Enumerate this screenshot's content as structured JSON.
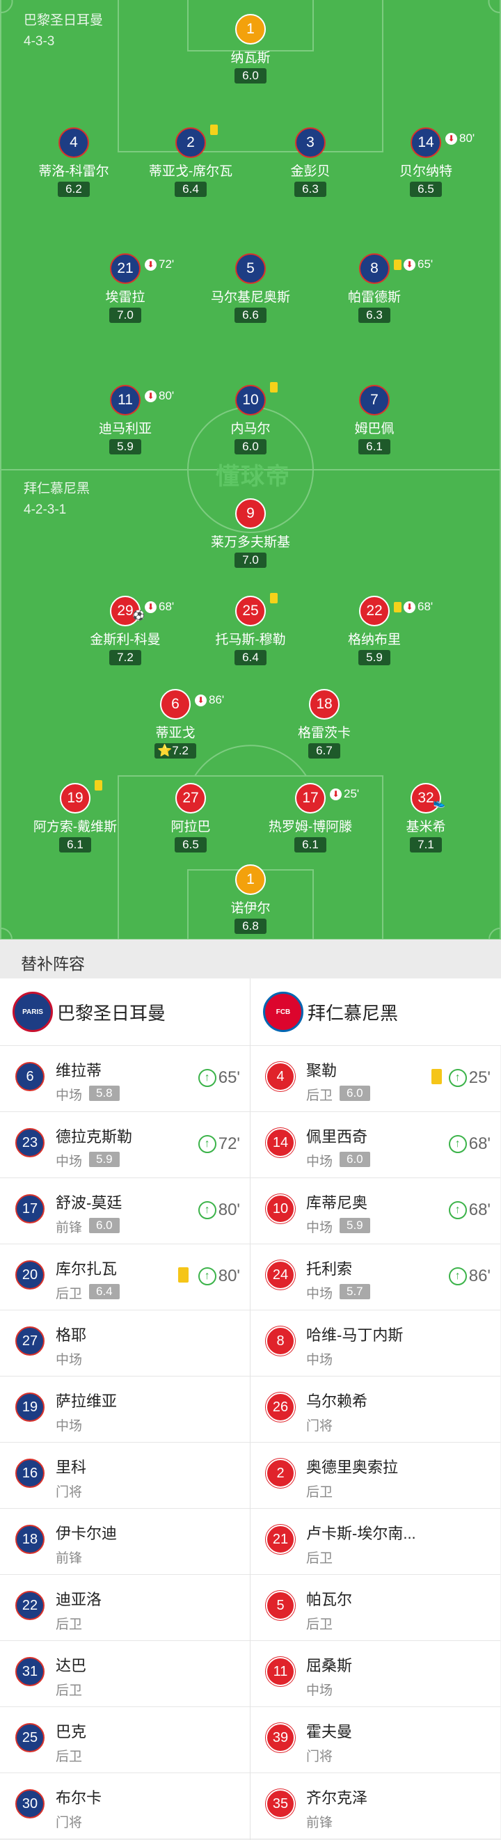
{
  "home": {
    "label": "巴黎圣日耳曼",
    "formation": "4-3-3"
  },
  "away": {
    "label": "拜仁慕尼黑",
    "formation": "4-2-3-1"
  },
  "watermark": "懂球帝",
  "home_players": [
    {
      "number": "1",
      "name": "纳瓦斯",
      "rating": "6.0"
    },
    {
      "number": "4",
      "name": "蒂洛-科雷尔",
      "rating": "6.2"
    },
    {
      "number": "2",
      "name": "蒂亚戈-席尔瓦",
      "rating": "6.4"
    },
    {
      "number": "3",
      "name": "金彭贝",
      "rating": "6.3"
    },
    {
      "number": "14",
      "name": "贝尔纳特",
      "rating": "6.5",
      "sub_out": "80'"
    },
    {
      "number": "21",
      "name": "埃雷拉",
      "rating": "7.0",
      "sub_out": "72'"
    },
    {
      "number": "5",
      "name": "马尔基尼奥斯",
      "rating": "6.6"
    },
    {
      "number": "8",
      "name": "帕雷德斯",
      "rating": "6.3",
      "sub_out": "65'"
    },
    {
      "number": "11",
      "name": "迪马利亚",
      "rating": "5.9",
      "sub_out": "80'"
    },
    {
      "number": "10",
      "name": "内马尔",
      "rating": "6.0"
    },
    {
      "number": "7",
      "name": "姆巴佩",
      "rating": "6.1"
    }
  ],
  "away_players": [
    {
      "number": "9",
      "name": "莱万多夫斯基",
      "rating": "7.0"
    },
    {
      "number": "29",
      "name": "金斯利-科曼",
      "rating": "7.2",
      "sub_out": "68'"
    },
    {
      "number": "25",
      "name": "托马斯-穆勒",
      "rating": "6.4"
    },
    {
      "number": "22",
      "name": "格纳布里",
      "rating": "5.9",
      "sub_out": "68'"
    },
    {
      "number": "6",
      "name": "蒂亚戈",
      "rating": "7.2",
      "sub_out": "86'"
    },
    {
      "number": "18",
      "name": "格雷茨卡",
      "rating": "6.7"
    },
    {
      "number": "19",
      "name": "阿方索-戴维斯",
      "rating": "6.1"
    },
    {
      "number": "27",
      "name": "阿拉巴",
      "rating": "6.5"
    },
    {
      "number": "17",
      "name": "热罗姆-博阿滕",
      "rating": "6.1",
      "sub_out": "25'"
    },
    {
      "number": "32",
      "name": "基米希",
      "rating": "7.1"
    },
    {
      "number": "1",
      "name": "诺伊尔",
      "rating": "6.8"
    }
  ],
  "subs": {
    "title": "替补阵容",
    "home_team": "巴黎圣日耳曼",
    "away_team": "拜仁慕尼黑",
    "home": [
      {
        "number": "6",
        "name": "维拉蒂",
        "position": "中场",
        "rating": "5.8",
        "in": "65'"
      },
      {
        "number": "23",
        "name": "德拉克斯勒",
        "position": "中场",
        "rating": "5.9",
        "in": "72'"
      },
      {
        "number": "17",
        "name": "舒波-莫廷",
        "position": "前锋",
        "rating": "6.0",
        "in": "80'"
      },
      {
        "number": "20",
        "name": "库尔扎瓦",
        "position": "后卫",
        "rating": "6.4",
        "in": "80'"
      },
      {
        "number": "27",
        "name": "格耶",
        "position": "中场"
      },
      {
        "number": "19",
        "name": "萨拉维亚",
        "position": "中场"
      },
      {
        "number": "16",
        "name": "里科",
        "position": "门将"
      },
      {
        "number": "18",
        "name": "伊卡尔迪",
        "position": "前锋"
      },
      {
        "number": "22",
        "name": "迪亚洛",
        "position": "后卫"
      },
      {
        "number": "31",
        "name": "达巴",
        "position": "后卫"
      },
      {
        "number": "25",
        "name": "巴克",
        "position": "后卫"
      },
      {
        "number": "30",
        "name": "布尔卡",
        "position": "门将"
      }
    ],
    "away": [
      {
        "number": "4",
        "name": "聚勒",
        "position": "后卫",
        "rating": "6.0",
        "in": "25'"
      },
      {
        "number": "14",
        "name": "佩里西奇",
        "position": "中场",
        "rating": "6.0",
        "in": "68'"
      },
      {
        "number": "10",
        "name": "库蒂尼奥",
        "position": "中场",
        "rating": "5.9",
        "in": "68'"
      },
      {
        "number": "24",
        "name": "托利索",
        "position": "中场",
        "rating": "5.7",
        "in": "86'"
      },
      {
        "number": "8",
        "name": "哈维-马丁内斯",
        "position": "中场"
      },
      {
        "number": "26",
        "name": "乌尔赖希",
        "position": "门将"
      },
      {
        "number": "2",
        "name": "奥德里奥索拉",
        "position": "后卫"
      },
      {
        "number": "21",
        "name": "卢卡斯-埃尔南...",
        "position": "后卫"
      },
      {
        "number": "5",
        "name": "帕瓦尔",
        "position": "后卫"
      },
      {
        "number": "11",
        "name": "屈桑斯",
        "position": "中场"
      },
      {
        "number": "39",
        "name": "霍夫曼",
        "position": "门将"
      },
      {
        "number": "35",
        "name": "齐尔克泽",
        "position": "前锋"
      }
    ]
  }
}
